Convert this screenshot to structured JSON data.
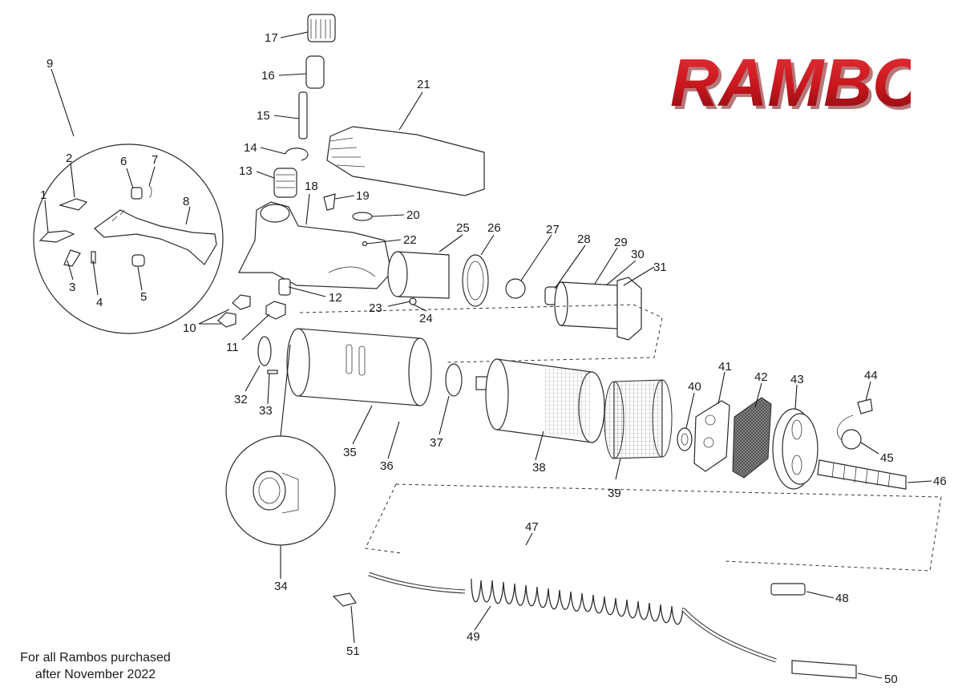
{
  "brand": {
    "name": "RAMBO",
    "color": "#c8161d"
  },
  "footnote": {
    "line1": "For all Rambos purchased",
    "line2": "after November 2022"
  },
  "callouts": [
    "1",
    "2",
    "3",
    "4",
    "5",
    "6",
    "7",
    "8",
    "9",
    "10",
    "11",
    "12",
    "13",
    "14",
    "15",
    "16",
    "17",
    "18",
    "19",
    "20",
    "21",
    "22",
    "23",
    "24",
    "25",
    "26",
    "27",
    "28",
    "29",
    "30",
    "31",
    "32",
    "33",
    "34",
    "35",
    "36",
    "37",
    "38",
    "39",
    "40",
    "41",
    "42",
    "43",
    "44",
    "45",
    "46",
    "47",
    "48",
    "49",
    "50",
    "51"
  ]
}
